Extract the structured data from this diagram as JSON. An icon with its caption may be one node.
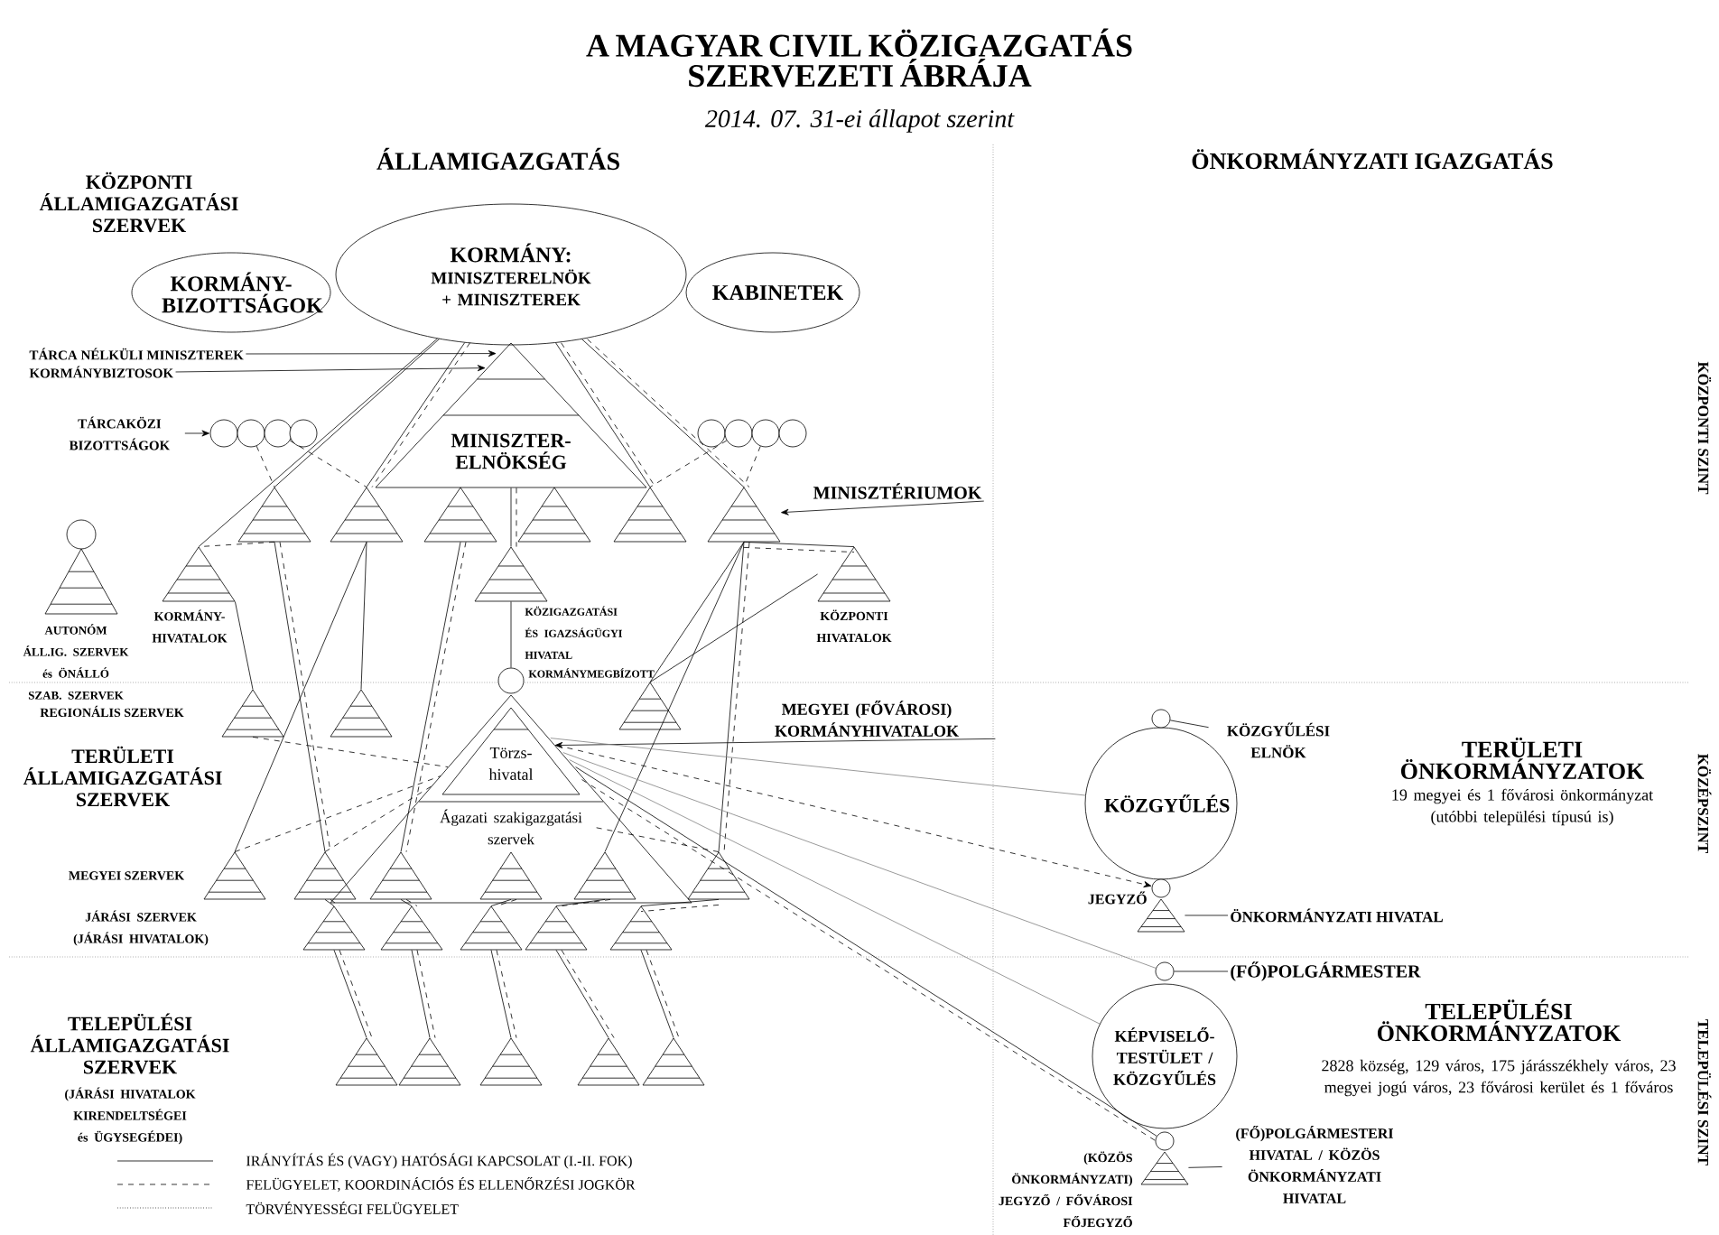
{
  "diagram": {
    "title": "A MAGYAR CIVIL KÖZIGAZGATÁS SZERVEZETI ÁBRÁJA",
    "nodes": [
      {
        "text": [
          "KORMÁNY:",
          "MINISZTERELNÖK + MINISZTEREK"
        ]
      },
      {
        "text": [
          "KORMÁNY-BIZOTTSÁGOK"
        ]
      },
      {
        "text": [
          "KABINETEK"
        ]
      },
      {
        "text": [
          "MINISZTER-ELNÖKSÉG"
        ]
      },
      {
        "text": [
          "TÁRCA NÉLKÜLI MINISZTEREK"
        ]
      },
      {
        "text": [
          "KORMÁNYBIZTOSOK"
        ]
      },
      {
        "text": [
          "TÁRCAKÖZI BIZOTTSÁGOK"
        ]
      },
      {
        "text": [],
        "shape": "circle"
      },
      {
        "text": [],
        "shape": "circle"
      },
      {
        "text": [],
        "shape": "circle"
      },
      {
        "text": [],
        "shape": "circle"
      },
      {
        "text": [],
        "shape": "circle"
      },
      {
        "text": [],
        "shape": "circle"
      },
      {
        "text": [],
        "shape": "circle"
      },
      {
        "text": [],
        "shape": "circle"
      },
      {
        "text": [
          "MINISZTÉRIUMOK"
        ]
      },
      {
        "text": [],
        "shape": "triangle"
      },
      {
        "text": [],
        "shape": "triangle"
      },
      {
        "text": [],
        "shape": "triangle"
      },
      {
        "text": [],
        "shape": "triangle"
      },
      {
        "text": [],
        "shape": "triangle"
      },
      {
        "text": [],
        "shape": "triangle"
      },
      {
        "text": [],
        "shape": "circle"
      },
      {
        "text": [],
        "shape": "triangle",
        "beside": [
          "AUTONÓM ÁLL.IG. SZERVEK és ÖNÁLLÓ SZAB. SZERVEK"
        ]
      },
      {
        "text": [],
        "shape": "triangle",
        "beside": [
          "KORMÁNY-HIVATALOK"
        ]
      },
      {
        "text": [],
        "shape": "triangle",
        "beside": [
          "KÖZIGAZGATÁSI ÉS IGAZSÁGÜGYI HIVATAL"
        ]
      },
      {
        "text": [],
        "shape": "triangle",
        "beside": [
          "KÖZPONTI HIVATALOK"
        ]
      },
      {
        "text": [],
        "shape": "circle",
        "beside": [
          "KORMÁNYMEGBÍZOTT"
        ]
      },
      {
        "text": [],
        "shape": "triangle"
      },
      {
        "text": [],
        "shape": "triangle"
      },
      {
        "text": [],
        "shape": "triangle"
      },
      {
        "text": [],
        "shape": "triangle"
      },
      {
        "text": [
          "MEGYEI (FŐVÁROSI) KORMÁNYHIVATALOK"
        ]
      },
      {
        "text": [
          "Törzs-hivatal"
        ],
        "in": 31
      },
      {
        "text": [
          "Ágazati szakigazgatási szervek"
        ],
        "in": 31
      },
      {
        "text": [],
        "shape": "triangle"
      },
      {
        "text": [],
        "shape": "triangle"
      },
      {
        "text": [],
        "shape": "triangle",
        "in": 31
      },
      {
        "text": [],
        "shape": "triangle",
        "in": 31
      },
      {
        "text": [],
        "shape": "triangle",
        "in": 31
      },
      {
        "text": [],
        "shape": "triangle"
      },
      {
        "text": [],
        "shape": "triangle"
      },
      {
        "text": [],
        "shape": "triangle"
      },
      {
        "text": [],
        "shape": "triangle"
      },
      {
        "text": [],
        "shape": "triangle"
      },
      {
        "text": [],
        "shape": "triangle"
      },
      {
        "text": [],
        "shape": "triangle"
      },
      {
        "text": [],
        "shape": "triangle"
      },
      {
        "text": [],
        "shape": "triangle"
      },
      {
        "text": [],
        "shape": "triangle"
      },
      {
        "text": [],
        "shape": "triangle"
      },
      {
        "text": [
          "KÖZGYŰLÉS"
        ]
      },
      {
        "text": [],
        "shape": "circle"
      },
      {
        "text": [
          "KÖZGYŰLÉSI ELNÖK"
        ]
      },
      {
        "text": [],
        "shape": "circle",
        "beside": [
          "JEGYZŐ"
        ]
      },
      {
        "text": [],
        "shape": "triangle"
      },
      {
        "text": [
          "ÖNKORMÁNYZATI HIVATAL"
        ]
      },
      {
        "text": [
          "KÉPVISELŐ-TESTÜLET / KÖZGYŰLÉS"
        ]
      },
      {
        "text": [],
        "shape": "circle"
      },
      {
        "text": [
          "(FŐ)POLGÁRMESTER"
        ]
      },
      {
        "text": [],
        "shape": "circle"
      },
      {
        "text": [],
        "shape": "triangle",
        "beside": [
          "(KÖZÖS ÖNKORMÁNYZATI) JEGYZŐ / FŐVÁROSI FŐJEGYZŐ"
        ]
      },
      {
        "text": [
          "(FŐ)POLGÁRMESTERI HIVATAL / KÖZÖS ÖNKORMÁNYZATI HIVATAL"
        ]
      }
    ],
    "edges": [
      {
        "from": 4,
        "to": 3,
        "arrow": "to"
      },
      {
        "from": 5,
        "to": 3,
        "arrow": "to"
      },
      {
        "from": 6,
        "to": 7,
        "arrow": "to"
      },
      {
        "from": 15,
        "to": 21,
        "arrow": "to"
      },
      {
        "from": 32,
        "to": 31,
        "arrow": "to"
      },
      {
        "from": 53,
        "to": 52,
        "arrow": "none"
      },
      {
        "from": 56,
        "to": 55,
        "arrow": "none"
      },
      {
        "from": 59,
        "to": 58,
        "arrow": "none"
      },
      {
        "from": 62,
        "to": 61,
        "arrow": "none"
      },
      {
        "from": 0,
        "to": 24,
        "arrow": "none"
      },
      {
        "from": 0,
        "to": 16,
        "arrow": "none"
      },
      {
        "from": 0,
        "to": 17,
        "arrow": "none"
      },
      {
        "from": 0,
        "to": 17,
        "arrow": "none",
        "style": "dashed"
      },
      {
        "from": 0,
        "to": 20,
        "arrow": "none"
      },
      {
        "from": 0,
        "to": 20,
        "arrow": "none",
        "style": "dashed"
      },
      {
        "from": 0,
        "to": 21,
        "arrow": "none"
      },
      {
        "from": 0,
        "to": 21,
        "arrow": "none",
        "style": "dashed"
      },
      {
        "from": 8,
        "to": 16,
        "arrow": "none",
        "style": "dashed"
      },
      {
        "from": 9,
        "to": 17,
        "arrow": "none",
        "style": "dashed"
      },
      {
        "from": 12,
        "to": 20,
        "arrow": "none",
        "style": "dashed"
      },
      {
        "from": 13,
        "to": 21,
        "arrow": "none",
        "style": "dashed"
      },
      {
        "from": 16,
        "to": 24,
        "arrow": "none",
        "style": "dashed"
      },
      {
        "from": 21,
        "to": 26,
        "arrow": "none"
      },
      {
        "from": 21,
        "to": 26,
        "arrow": "none",
        "style": "dashed"
      },
      {
        "from": 3,
        "to": 25,
        "arrow": "none"
      },
      {
        "from": 3,
        "to": 25,
        "arrow": "none",
        "style": "dashed"
      },
      {
        "from": 25,
        "to": 27,
        "arrow": "none"
      },
      {
        "from": 24,
        "to": 28,
        "arrow": "none"
      },
      {
        "from": 17,
        "to": 29,
        "arrow": "none"
      },
      {
        "from": 17,
        "to": 35,
        "arrow": "none"
      },
      {
        "from": 16,
        "to": 36,
        "arrow": "none"
      },
      {
        "from": 16,
        "to": 36,
        "arrow": "none",
        "style": "dashed"
      },
      {
        "from": 18,
        "to": 37,
        "arrow": "none"
      },
      {
        "from": 18,
        "to": 37,
        "arrow": "none",
        "style": "dashed"
      },
      {
        "from": 21,
        "to": 30,
        "arrow": "none"
      },
      {
        "from": 26,
        "to": 30,
        "arrow": "none"
      },
      {
        "from": 21,
        "to": 39,
        "arrow": "none"
      },
      {
        "from": 21,
        "to": 40,
        "arrow": "none"
      },
      {
        "from": 21,
        "to": 40,
        "arrow": "none",
        "style": "dashed"
      },
      {
        "from": 28,
        "to": 31,
        "arrow": "none",
        "style": "dashed"
      },
      {
        "from": 35,
        "to": 31,
        "arrow": "none",
        "style": "dashed"
      },
      {
        "from": 36,
        "to": 31,
        "arrow": "none",
        "style": "dashed"
      },
      {
        "from": 40,
        "to": 34,
        "arrow": "none",
        "style": "dashed"
      },
      {
        "from": 36,
        "to": 41,
        "arrow": "none"
      },
      {
        "from": 36,
        "to": 41,
        "arrow": "none",
        "style": "dashed"
      },
      {
        "from": 37,
        "to": 42,
        "arrow": "none"
      },
      {
        "from": 37,
        "to": 42,
        "arrow": "none",
        "style": "dashed"
      },
      {
        "from": 38,
        "to": 43,
        "arrow": "none"
      },
      {
        "from": 38,
        "to": 43,
        "arrow": "none",
        "style": "dashed"
      },
      {
        "from": 39,
        "to": 44,
        "arrow": "none"
      },
      {
        "from": 39,
        "to": 44,
        "arrow": "none",
        "style": "dashed"
      },
      {
        "from": 40,
        "to": 45,
        "arrow": "none"
      },
      {
        "from": 40,
        "to": 45,
        "arrow": "none",
        "style": "dashed"
      },
      {
        "from": 41,
        "to": 46,
        "arrow": "none"
      },
      {
        "from": 41,
        "to": 46,
        "arrow": "none",
        "style": "dashed"
      },
      {
        "from": 42,
        "to": 47,
        "arrow": "none"
      },
      {
        "from": 42,
        "to": 47,
        "arrow": "none",
        "style": "dashed"
      },
      {
        "from": 43,
        "to": 48,
        "arrow": "none"
      },
      {
        "from": 43,
        "to": 48,
        "arrow": "none",
        "style": "dashed"
      },
      {
        "from": 44,
        "to": 49,
        "arrow": "none"
      },
      {
        "from": 44,
        "to": 49,
        "arrow": "none",
        "style": "dashed"
      },
      {
        "from": 45,
        "to": 50,
        "arrow": "none"
      },
      {
        "from": 45,
        "to": 50,
        "arrow": "none",
        "style": "dashed"
      },
      {
        "from": 31,
        "to": 51,
        "arrow": "none",
        "color": "#808080"
      },
      {
        "from": 31,
        "to": 54,
        "arrow": "to",
        "style": "dashed"
      },
      {
        "from": 31,
        "to": 58,
        "arrow": "none",
        "color": "#808080"
      },
      {
        "from": 31,
        "to": 57,
        "arrow": "none",
        "color": "#808080"
      },
      {
        "from": 31,
        "to": 60,
        "arrow": "none"
      },
      {
        "from": 31,
        "to": 60,
        "arrow": "none",
        "style": "dashed"
      }
    ],
    "labels": [
      "2014. 07. 31-ei állapot szerint",
      "ÁLLAMIGAZGATÁS",
      "ÖNKORMÁNYZATI IGAZGATÁS",
      "KÖZPONTI ÁLLAMIGAZGATÁSI SZERVEK",
      "KÖZPONTI SZINT",
      "REGIONÁLIS SZERVEK",
      "TERÜLETI ÁLLAMIGAZGATÁSI SZERVEK",
      "MEGYEI SZERVEK",
      "JÁRÁSI SZERVEK (JÁRÁSI HIVATALOK)",
      "TERÜLETI ÖNKORMÁNYZATOK",
      "19 megyei és 1 fővárosi önkormányzat (utóbbi települési típusú is)",
      "KÖZÉPSZINT",
      "TELEPÜLÉSI ÁLLAMIGAZGATÁSI SZERVEK",
      "(JÁRÁSI HIVATALOK KIRENDELTSÉGEI és ÜGYSEGÉDEI)",
      "TELEPÜLÉSI ÖNKORMÁNYZATOK",
      "2828 község, 129 város, 175 járásszékhely város, 23 megyei jogú város, 23 fővárosi kerület és 1 főváros",
      "TELEPÜLÉSI SZINT"
    ],
    "legend": [
      {
        "text": "IRÁNYÍTÁS ÉS (VAGY) HATÓSÁGI KAPCSOLAT (I.-II. FOK)"
      },
      {
        "text": "FELÜGYELET, KOORDINÁCIÓS ÉS ELLENŐRZÉSI JOGKÖR"
      },
      {
        "text": "TÖRVÉNYESSÉGI FELÜGYELET"
      }
    ]
  }
}
